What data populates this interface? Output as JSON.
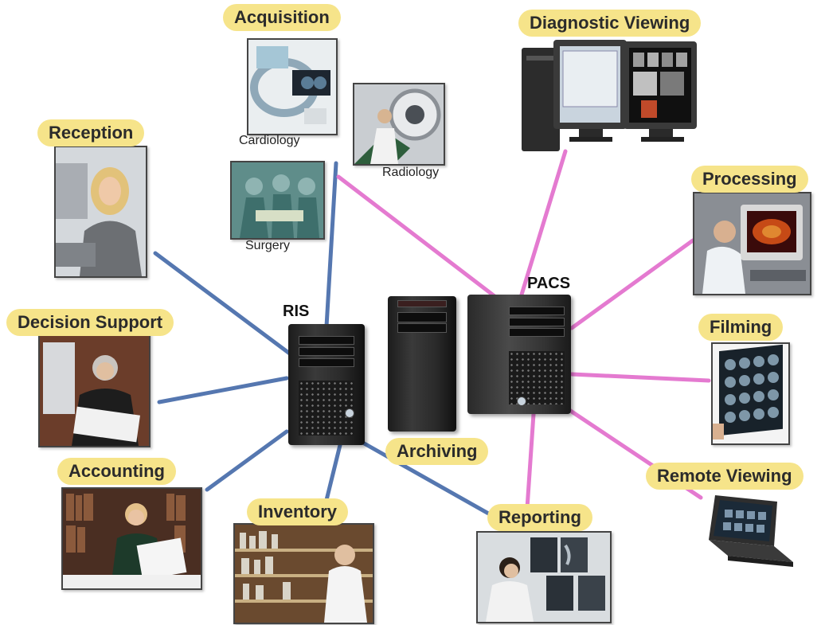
{
  "hubs": {
    "ris": "RIS",
    "pacs": "PACS"
  },
  "labels": {
    "acquisition": "Acquisition",
    "diagnostic_viewing": "Diagnostic Viewing",
    "reception": "Reception",
    "processing": "Processing",
    "decision_support": "Decision Support",
    "filming": "Filming",
    "accounting": "Accounting",
    "remote_viewing": "Remote Viewing",
    "inventory": "Inventory",
    "reporting": "Reporting",
    "archiving": "Archiving"
  },
  "sublabels": {
    "cardiology": "Cardiology",
    "radiology": "Radiology",
    "surgery": "Surgery"
  },
  "colors": {
    "ris_link": "#5577b0",
    "pacs_link": "#e47ad0",
    "label_fill": "#f6e48a"
  }
}
